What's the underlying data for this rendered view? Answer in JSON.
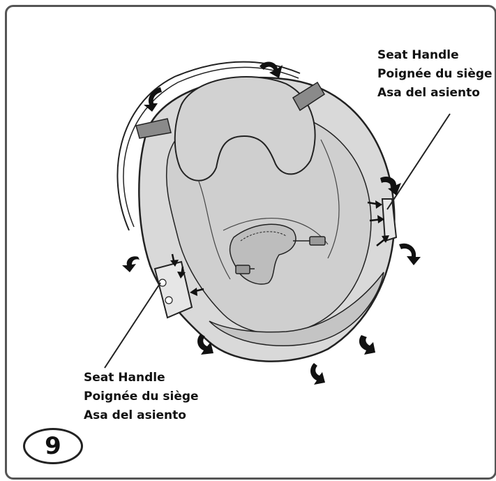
{
  "labels": {
    "top": {
      "en": "Seat Handle",
      "fr": "Poignée du siège",
      "es": "Asa del asiento"
    },
    "bottom": {
      "en": "Seat Handle",
      "fr": "Poignée du siège",
      "es": "Asa del asiento"
    }
  },
  "step": {
    "number": "9"
  },
  "colors": {
    "seat_fill": "#d9d9d9",
    "seat_shade": "#c4c4c4",
    "handle_fill": "#8a8a8a",
    "outline": "#222222"
  }
}
